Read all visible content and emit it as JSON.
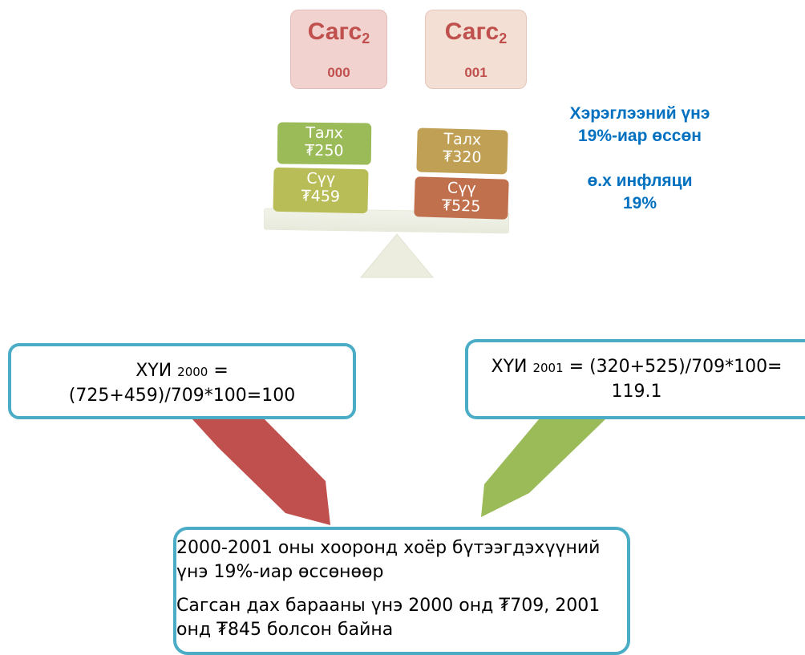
{
  "baskets": [
    {
      "name": "Сагс",
      "sub": "2",
      "code": "000",
      "color": "#f1d2cf"
    },
    {
      "name": "Сагс",
      "sub": "2",
      "code": "001",
      "color": "#f3dfd3"
    }
  ],
  "scale": {
    "left_items": [
      {
        "label": "Талх",
        "price": "₮250",
        "color": "#9bbb59"
      },
      {
        "label": "Сүү",
        "price": "₮459",
        "color": "#b9bd57"
      }
    ],
    "right_items": [
      {
        "label": "Талх",
        "price": "₮320",
        "color": "#c0a055"
      },
      {
        "label": "Сүү",
        "price": "₮525",
        "color": "#c0704d"
      }
    ]
  },
  "side_labels": {
    "line1": "Хэрэглээний үнэ",
    "line2": "19%-иар өссөн",
    "line3": "ө.х инфляци",
    "line4": "19%"
  },
  "formulas": {
    "left": {
      "prefix": "ХҮИ",
      "year": "2000",
      "eq": "=",
      "expr": "(725+459)/709*100=100"
    },
    "right": {
      "prefix": "ХҮИ",
      "year": "2001",
      "expr": "= (320+525)/709*100=",
      "result": "119.1"
    }
  },
  "result": {
    "para1": "2000-2001 оны хооронд хоёр бүтээгдэхүүний үнэ 19%-иар өссөнөөр",
    "para2": "Сагсан дах барааны үнэ 2000 онд ₮709, 2001 онд ₮845 болсон байна"
  },
  "colors": {
    "accent_blue": "#0070c0",
    "box_border": "#4bacc6",
    "arrow_red": "#c0504d",
    "arrow_green": "#9bbb59",
    "basket_text": "#c0504d"
  }
}
